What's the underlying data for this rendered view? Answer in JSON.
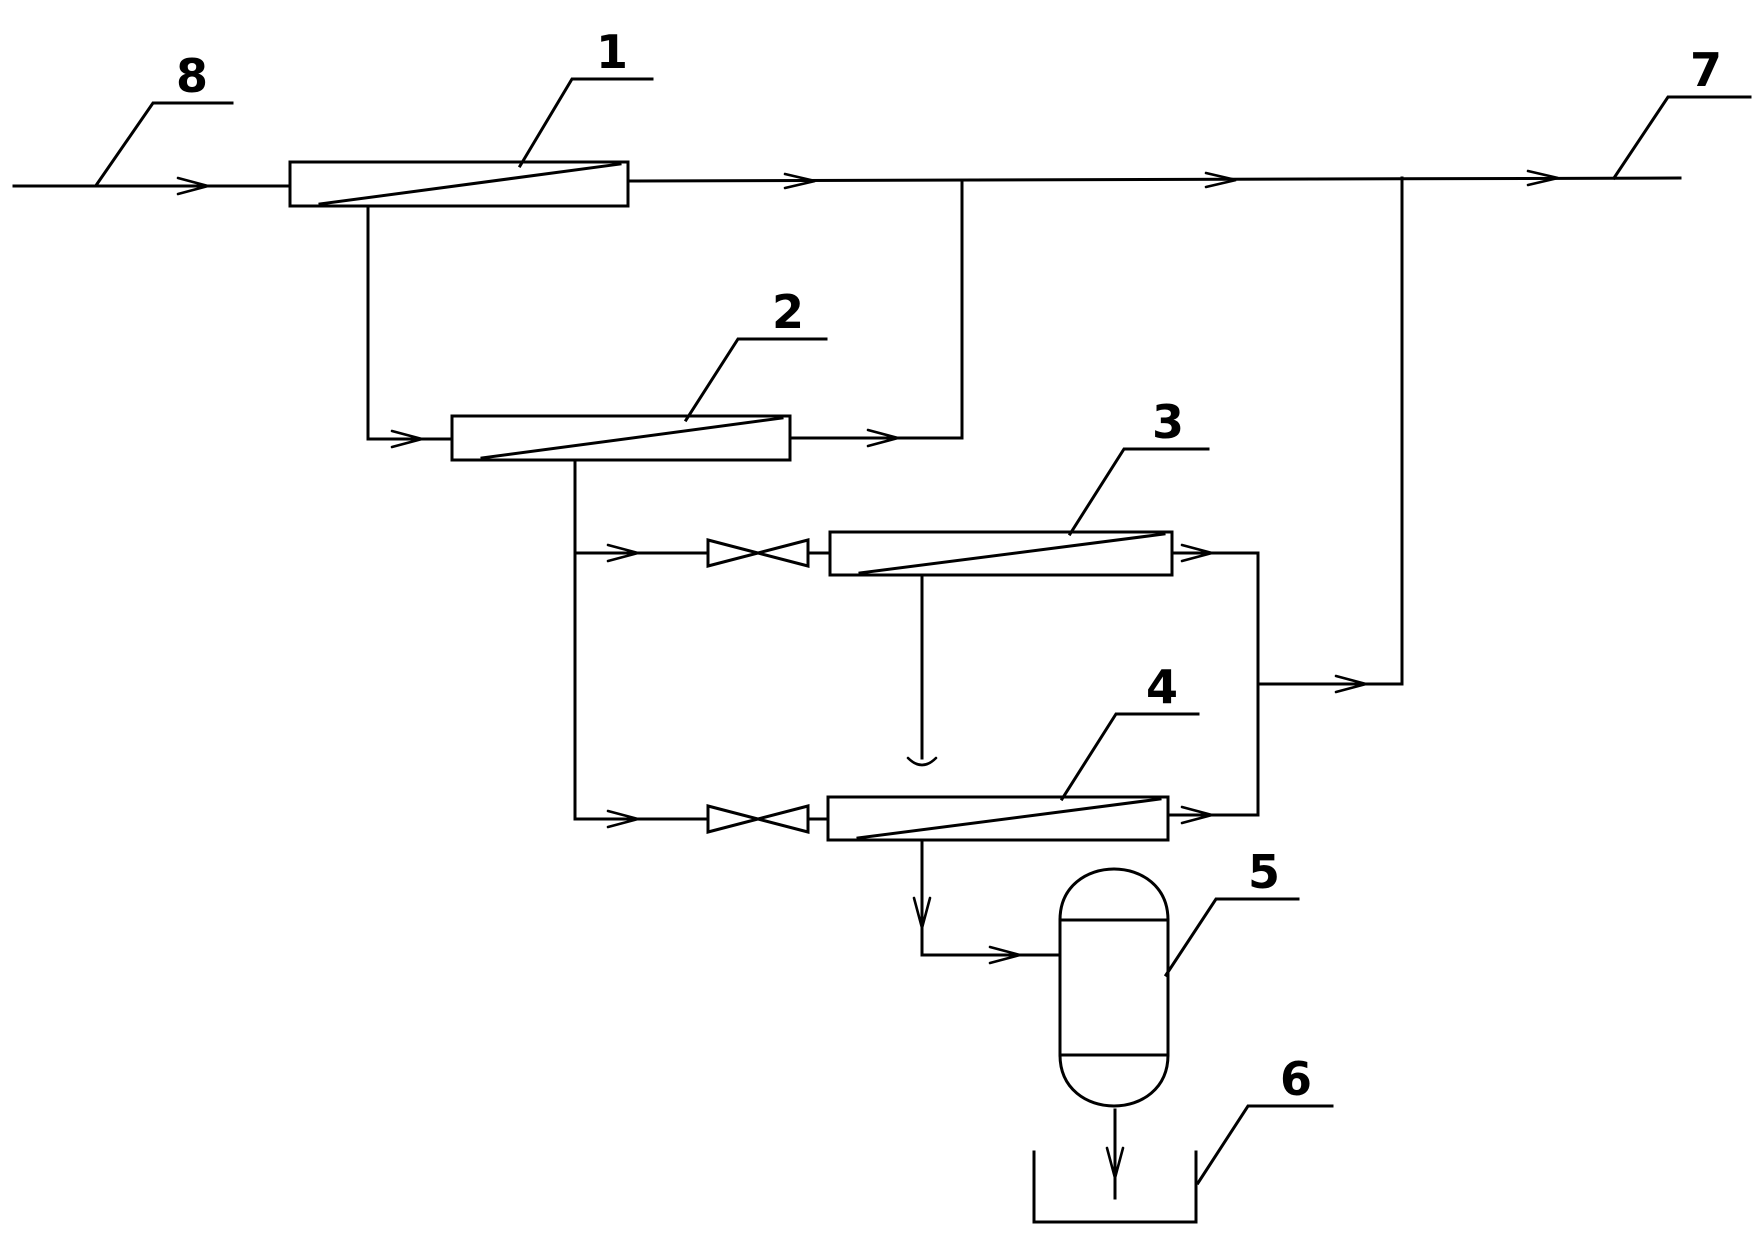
{
  "labels": {
    "unit_1": "1",
    "unit_2": "2",
    "unit_3": "3",
    "unit_4": "4",
    "unit_5": "5",
    "unit_6": "6",
    "stream_7": "7",
    "stream_8": "8"
  },
  "colors": {
    "line": "#000000",
    "background": "#ffffff"
  },
  "icons": [
    "membrane-module-icon",
    "valve-icon",
    "separator-vessel-icon",
    "collection-tank-icon",
    "flow-arrow-icon"
  ]
}
